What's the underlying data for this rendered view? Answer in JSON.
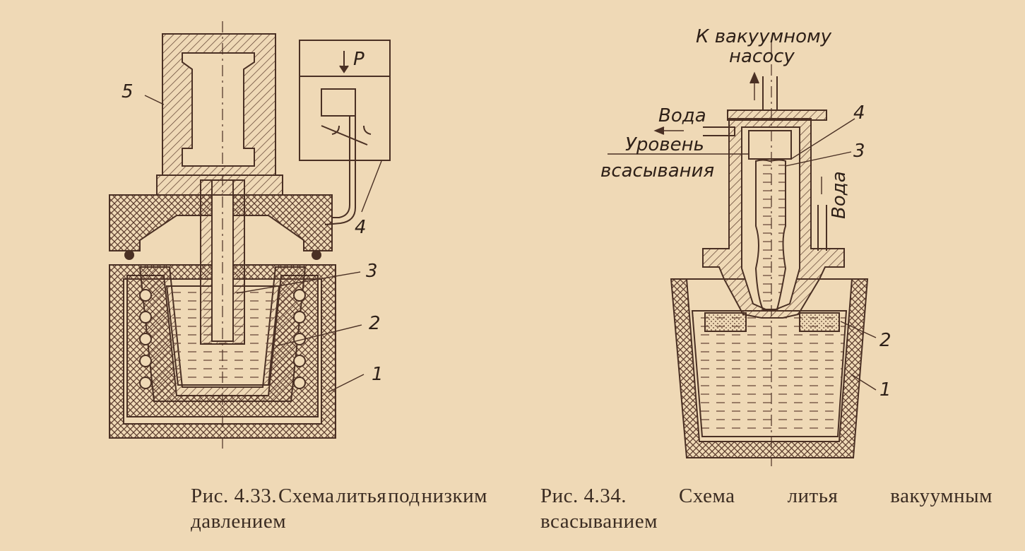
{
  "figure_left": {
    "callouts": [
      "5",
      "P",
      "4",
      "3",
      "2",
      "1"
    ],
    "caption": {
      "number": "Рис. 4.33.",
      "words": [
        "Схема",
        "литья",
        "под",
        "низким"
      ],
      "line2": "давлением"
    }
  },
  "figure_right": {
    "callouts": [
      "К вакуумному",
      "насосу",
      "Вода",
      "Уровень",
      "всасывания",
      "4",
      "3",
      "Вода",
      "2",
      "1"
    ],
    "caption": {
      "number": "Рис.  4.34.",
      "words": [
        "Схема",
        "литья",
        "вакуумным"
      ],
      "line2": "всасыванием"
    }
  },
  "colors": {
    "paper": "#efd9b6",
    "ink": "#5a3a2c",
    "liquid_lines": "#6a4a3a"
  }
}
